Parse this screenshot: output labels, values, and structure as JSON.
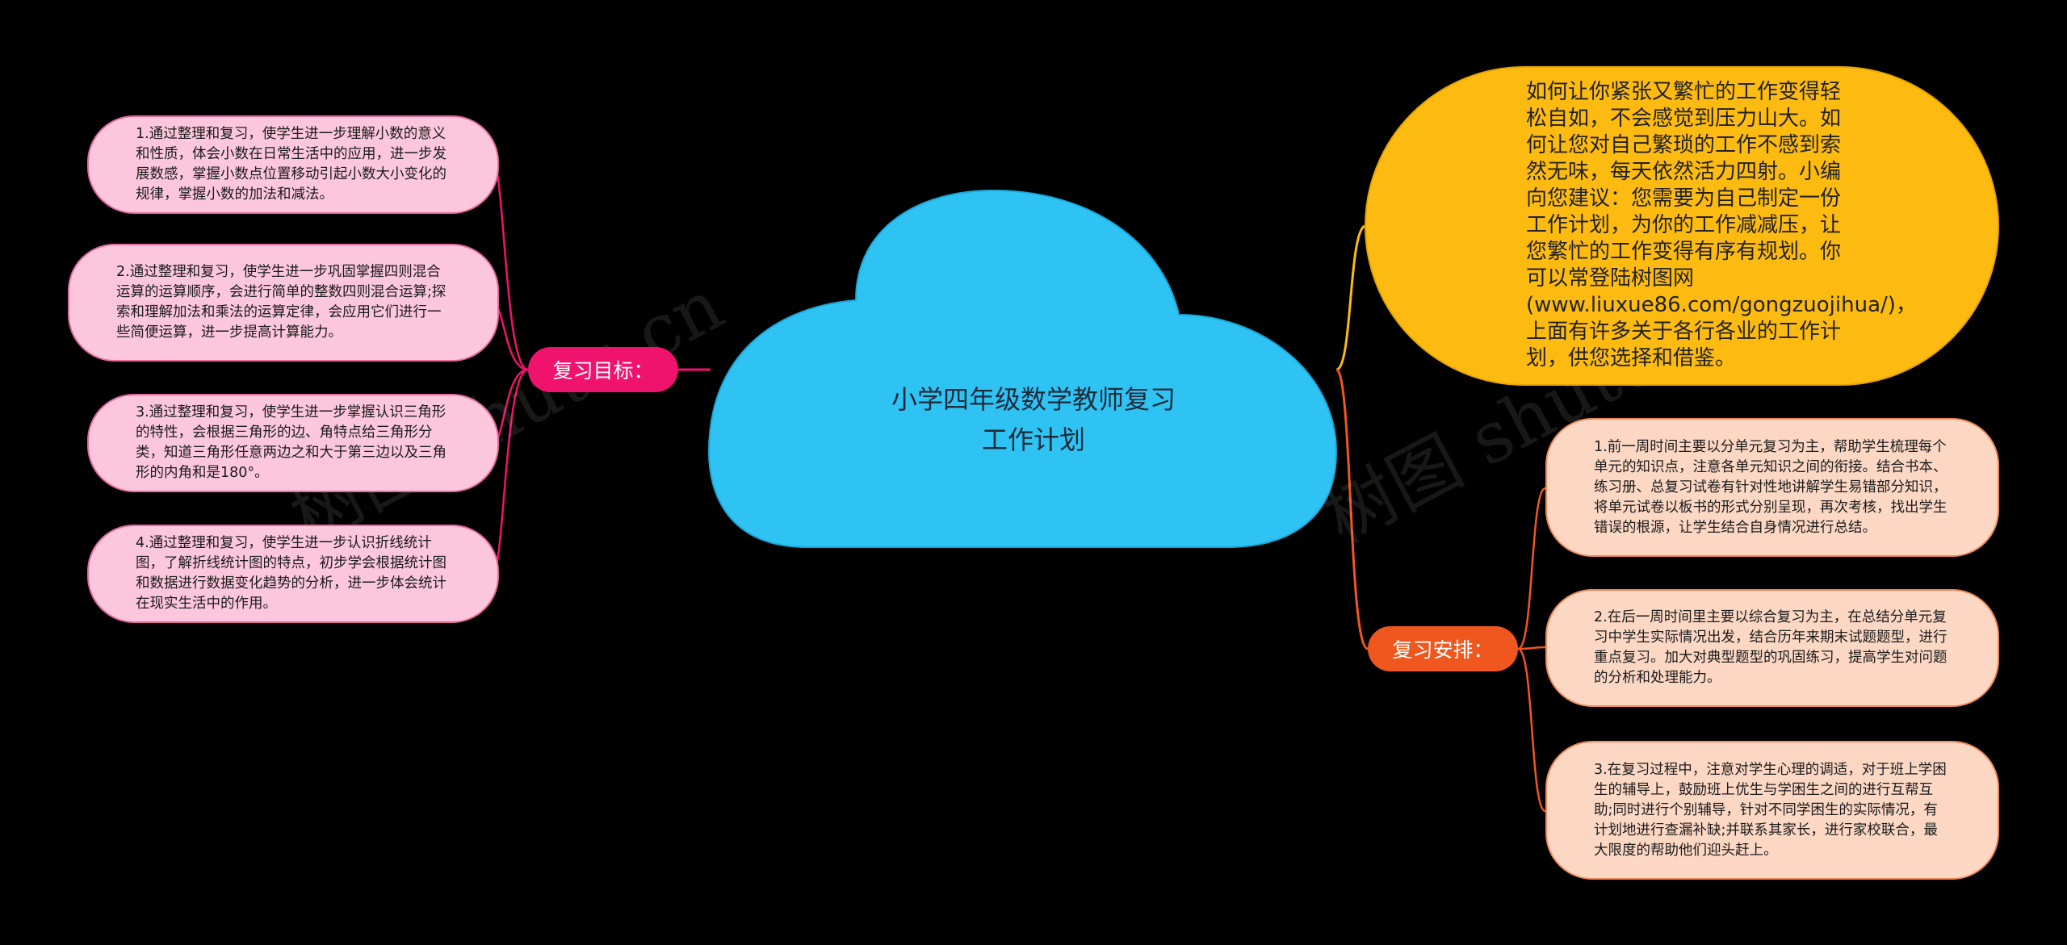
{
  "center": {
    "title": "小学四年级数学教师复习工作计划",
    "line1": "小学四年级数学教师复习",
    "line2": "工作计划"
  },
  "left_branch": {
    "label": "复习目标：",
    "items": [
      "1.通过整理和复习，使学生进一步理解小数的意义和性质，体会小数在日常生活中的应用，进一步发展数感，掌握小数点位置移动引起小数大小变化的规律，掌握小数的加法和减法。",
      "2.通过整理和复习，使学生进一步巩固掌握四则混合运算的运算顺序，会进行简单的整数四则混合运算;探索和理解加法和乘法的运算定律，会应用它们进行一些简便运算，进一步提高计算能力。",
      "3.通过整理和复习，使学生进一步掌握认识三角形的特性，会根据三角形的边、角特点给三角形分类，知道三角形任意两边之和大于第三边以及三角形的内角和是180°。",
      "4.通过整理和复习，使学生进一步认识折线统计图，了解折线统计图的特点，初步学会根据统计图和数据进行数据变化趋势的分析，进一步体会统计在现实生活中的作用。"
    ]
  },
  "intro": "如何让你紧张又繁忙的工作变得轻松自如，不会感觉到压力山大。如何让您对自己繁琐的工作不感到索然无味，每天依然活力四射。小编向您建议：您需要为自己制定一份工作计划，为你的工作减减压，让您繁忙的工作变得有序有规划。你可以常登陆树图网(www.liuxue86.com/gongzuojihua/)，上面有许多关于各行各业的工作计划，供您选择和借鉴。",
  "right_branch": {
    "label": "复习安排：",
    "items": [
      "1.前一周时间主要以分单元复习为主，帮助学生梳理每个单元的知识点，注意各单元知识之间的衔接。结合书本、练习册、总复习试卷有针对性地讲解学生易错部分知识，将单元试卷以板书的形式分别呈现，再次考核，找出学生错误的根源，让学生结合自身情况进行总结。",
      "2.在后一周时间里主要以综合复习为主，在总结分单元复习中学生实际情况出发，结合历年来期末试题题型，进行重点复习。加大对典型题型的巩固练习，提高学生对问题的分析和处理能力。",
      "3.在复习过程中，注意对学生心理的调适，对于班上学困生的辅导上，鼓励班上优生与学困生之间的进行互帮互助;同时进行个别辅导，针对不同学困生的实际情况，有计划地进行查漏补缺;并联系其家长，进行家校联合，最大限度的帮助他们迎头赶上。"
    ]
  },
  "watermark": {
    "left": "树图 shutu.cn",
    "right": "树图 shutu.cn"
  },
  "colors": {
    "background": "#000000",
    "cloud": "#2fc3f4",
    "pink_branch": "#f0136e",
    "orange_branch": "#f0571e",
    "intro": "#fdbb11",
    "pink_leaf": "#fcc7dc",
    "peach_leaf": "#fbd7c4"
  }
}
